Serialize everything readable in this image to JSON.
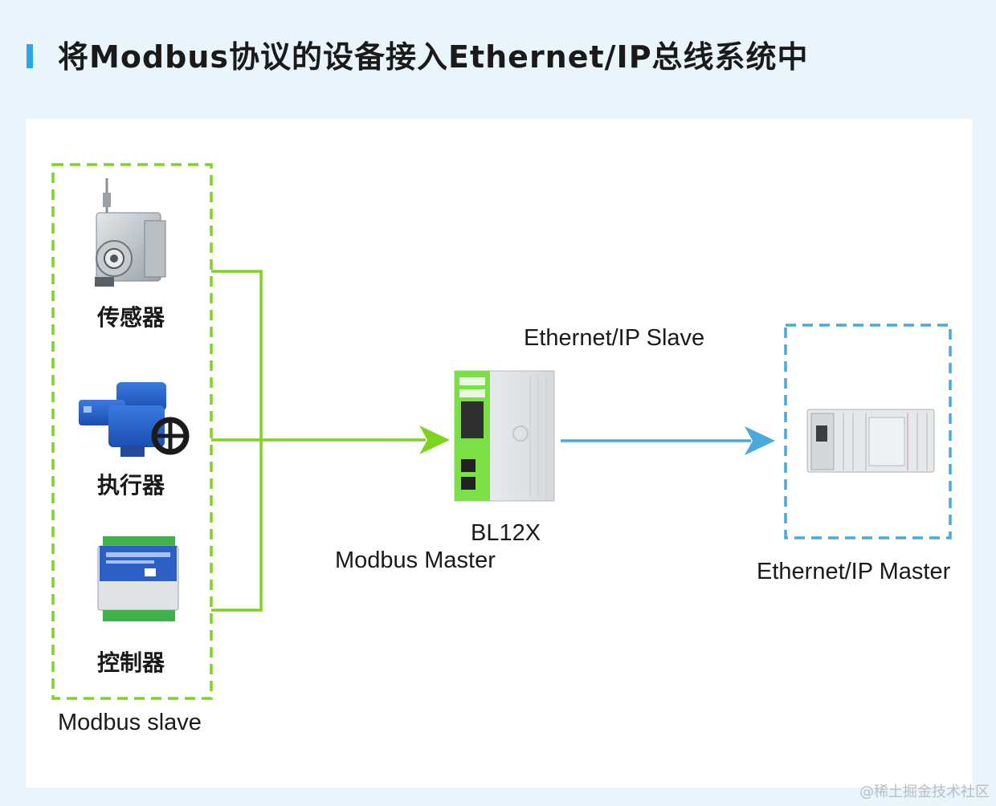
{
  "title": "将Modbus协议的设备接入Ethernet/IP总线系统中",
  "slave_group": {
    "label": "Modbus slave",
    "devices": [
      {
        "label": "传感器",
        "icon": "draw-wire-sensor-icon"
      },
      {
        "label": "执行器",
        "icon": "electric-actuator-icon"
      },
      {
        "label": "控制器",
        "icon": "din-rail-controller-icon"
      }
    ]
  },
  "gateway": {
    "name": "BL12X",
    "role_left": "Modbus  Master",
    "role_right": "Ethernet/IP  Slave",
    "icon": "gateway-module-icon"
  },
  "master": {
    "label": "Ethernet/IP  Master",
    "icon": "plc-rack-icon"
  },
  "colors": {
    "accent_blue": "#2ea7e0",
    "modbus_green": "#7ed321",
    "ethernet_blue": "#4aa8dc"
  },
  "watermark": "@稀土掘金技术社区"
}
